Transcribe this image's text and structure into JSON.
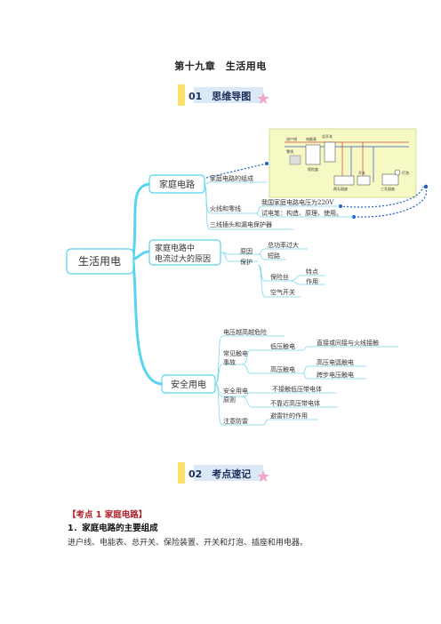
{
  "page_title": "第十九章　生活用电",
  "banner1": {
    "label": "01　思维导图"
  },
  "banner2": {
    "label": "02　考点速记"
  },
  "mindmap": {
    "center": "生活用电",
    "b1": {
      "title": "家庭电路",
      "items": [
        "家庭电路的组成",
        "火线和零线",
        "三线插头和漏电保护器"
      ],
      "fire_sub": [
        "我国家庭电路电压为220V",
        "试电笔：构造、原理、使用。"
      ]
    },
    "b2": {
      "title_l1": "家庭电路中",
      "title_l2": "电流过大的原因",
      "cause": "原因",
      "causes": [
        "总功率过大",
        "短路"
      ],
      "protect": "保护",
      "fuse": "保险丝",
      "fuse_sub": [
        "特点",
        "作用"
      ],
      "switch": "空气开关"
    },
    "b3": {
      "title": "安全用电",
      "i1": "电压越高越危险",
      "i2_l1": "常见触电",
      "i2_l2": "事故",
      "low": "低压触电",
      "low_sub": "直接或间接与火线接触",
      "high": "高压触电",
      "high_sub": [
        "高压电弧触电",
        "跨步电压触电"
      ],
      "i3_l1": "安全用电",
      "i3_l2": "原则",
      "i3_sub": [
        "不接触低压带电体",
        "不靠近高压带电体"
      ],
      "i4": "注意防雷",
      "i4_sub": "避雷针的作用"
    },
    "circuit": {
      "labels": [
        "进户线",
        "电能表",
        "总开关",
        "保险盒",
        "零线",
        "开关",
        "两孔插座",
        "三孔插座",
        "灯泡"
      ]
    }
  },
  "section1": {
    "heading": "【考点 1  家庭电路】",
    "subheading": "1．家庭电路的主要组成",
    "body": "进户线、电能表、总开关、保险装置、开关和灯泡、插座和用电器。"
  }
}
